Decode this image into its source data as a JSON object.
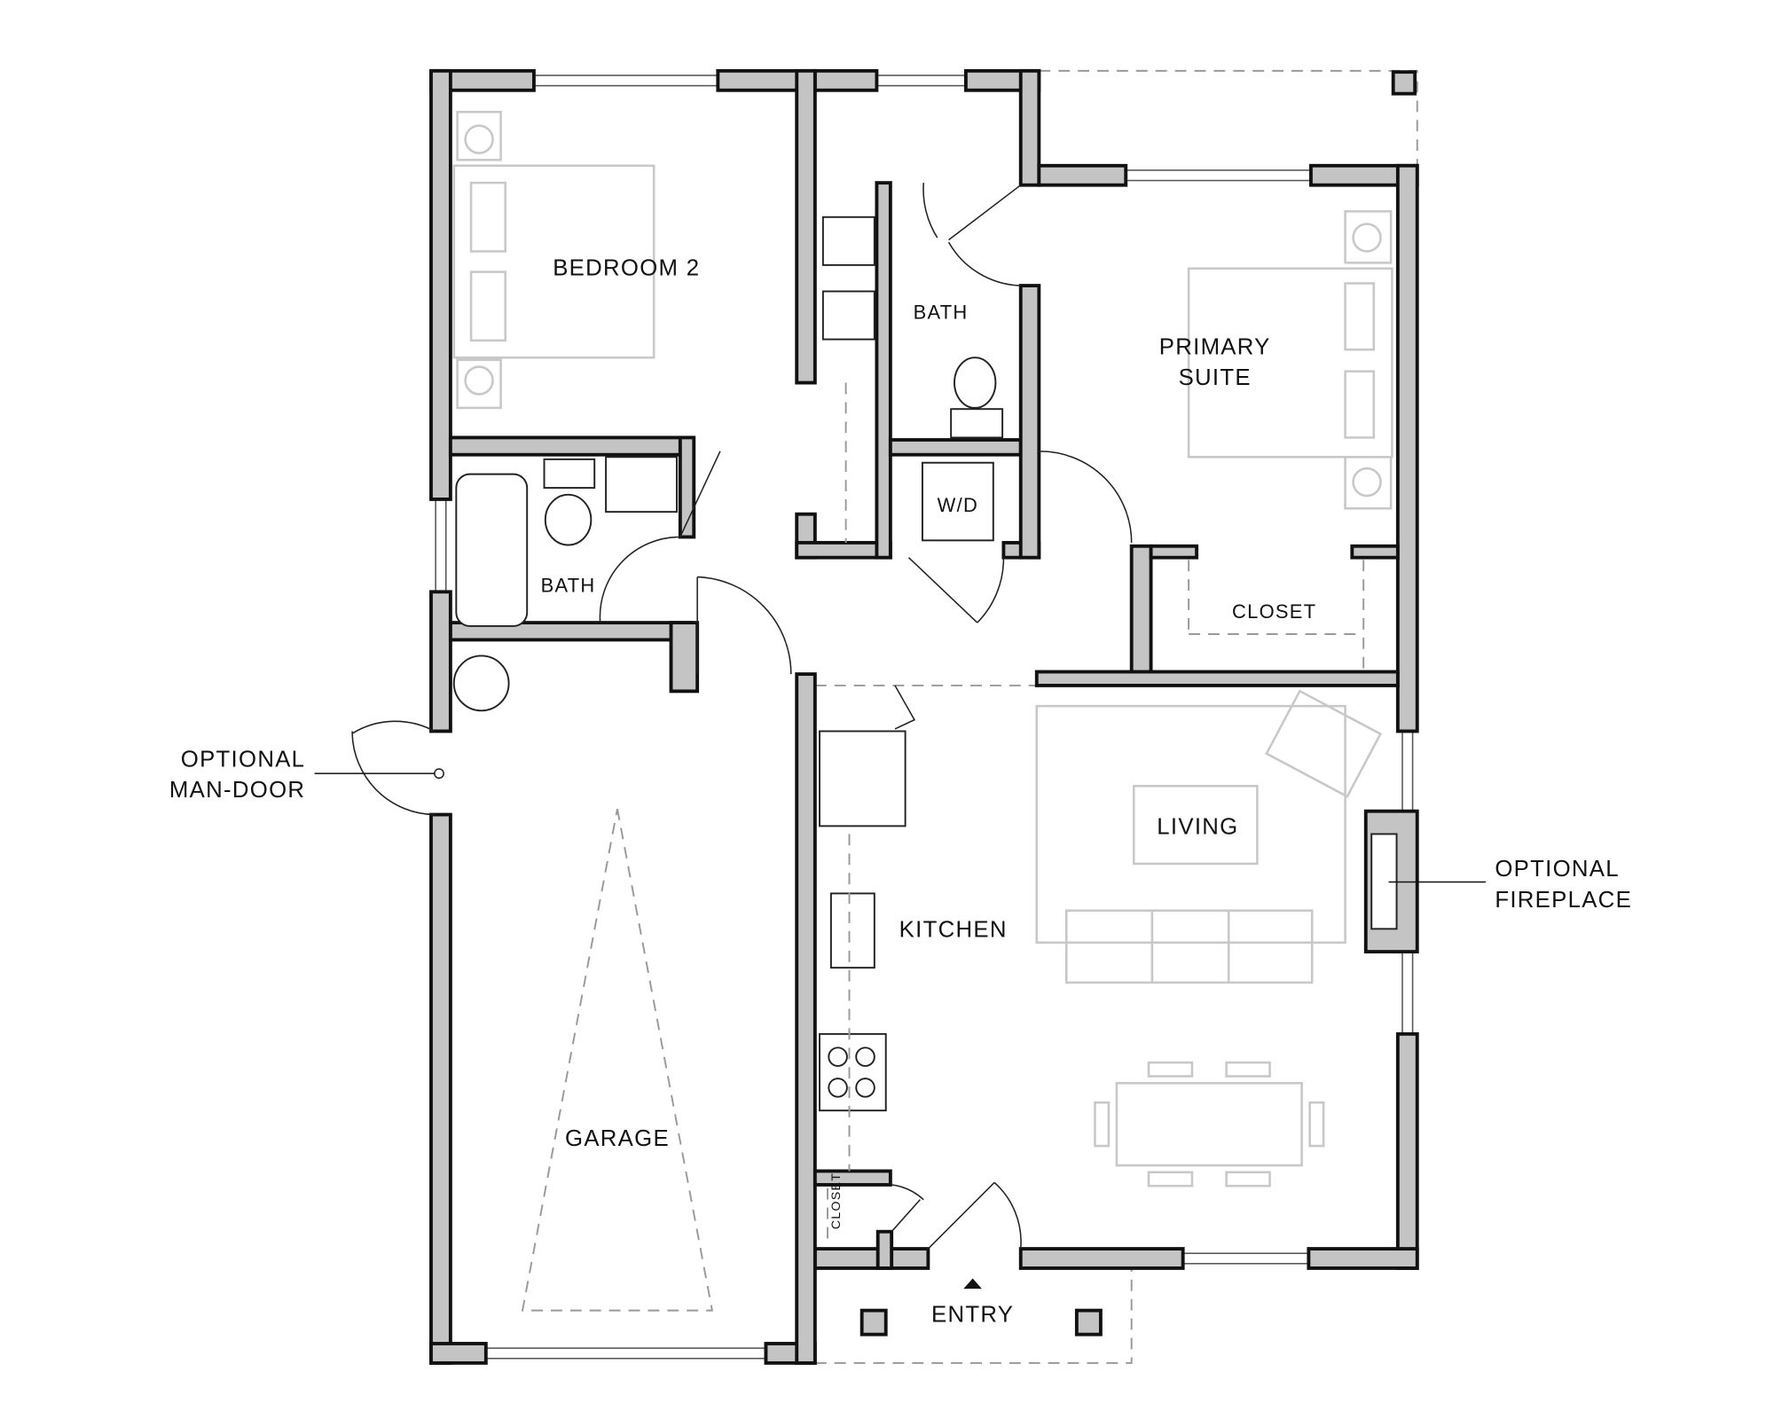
{
  "rooms": {
    "bedroom2": "BEDROOM 2",
    "bath_upper": "BATH",
    "bath_lower": "BATH",
    "wd": "W/D",
    "primary_line1": "PRIMARY",
    "primary_line2": "SUITE",
    "closet_primary": "CLOSET",
    "closet_entry": "CLOSET",
    "kitchen": "KITCHEN",
    "living": "LIVING",
    "garage": "GARAGE",
    "entry": "ENTRY"
  },
  "callouts": {
    "man_door_line1": "OPTIONAL",
    "man_door_line2": "MAN-DOOR",
    "fireplace_line1": "OPTIONAL",
    "fireplace_line2": "FIREPLACE"
  },
  "colors": {
    "wall_fill": "#c4c4c4",
    "wall_stroke": "#111111",
    "furniture": "#c8c8c8"
  }
}
